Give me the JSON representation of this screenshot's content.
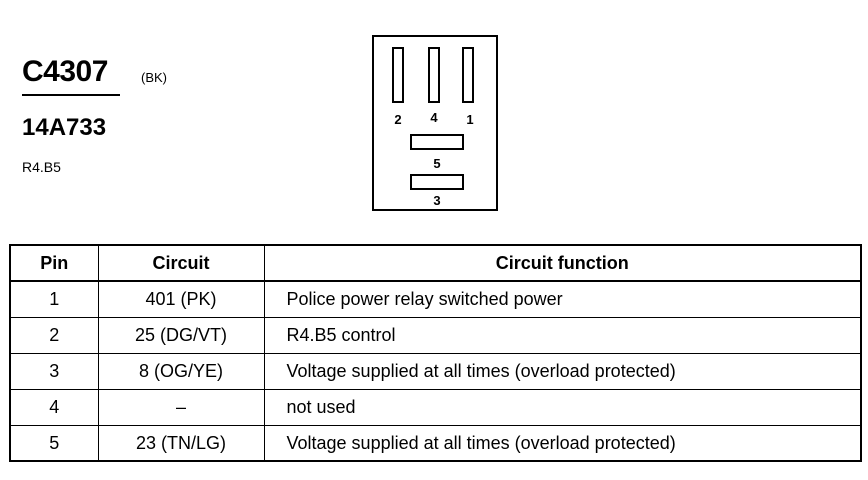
{
  "connector": {
    "id": "C4307",
    "color_code": "(BK)",
    "part_number": "14A733",
    "location": "R4.B5"
  },
  "diagram": {
    "pins": {
      "p1": "1",
      "p2": "2",
      "p3": "3",
      "p4": "4",
      "p5": "5"
    }
  },
  "table": {
    "headers": {
      "pin": "Pin",
      "circuit": "Circuit",
      "function": "Circuit function"
    },
    "rows": [
      {
        "pin": "1",
        "circuit": "401 (PK)",
        "function": "Police power relay switched power"
      },
      {
        "pin": "2",
        "circuit": "25 (DG/VT)",
        "function": "R4.B5 control"
      },
      {
        "pin": "3",
        "circuit": "8 (OG/YE)",
        "function": "Voltage supplied at all times (overload protected)"
      },
      {
        "pin": "4",
        "circuit": "–",
        "function": "not used"
      },
      {
        "pin": "5",
        "circuit": "23 (TN/LG)",
        "function": "Voltage supplied at all times (overload protected)"
      }
    ]
  }
}
